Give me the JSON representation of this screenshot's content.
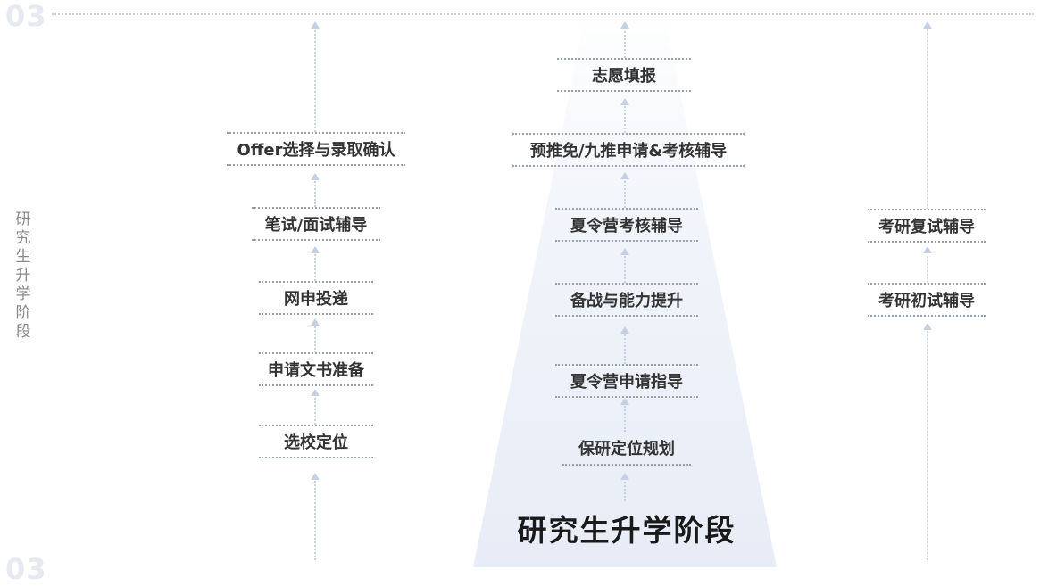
{
  "stage_number_top": "03",
  "stage_number_bottom": "03",
  "side_label": "研究生升学阶段",
  "main_title": "研究生升学阶段",
  "columns": {
    "left": [
      "Offer选择与录取确认",
      "笔试/面试辅导",
      "网申投递",
      "申请文书准备",
      "选校定位"
    ],
    "center": [
      "志愿填报",
      "预推免/九推申请&考核辅导",
      "夏令营考核辅导",
      "备战与能力提升",
      "夏令营申请指导",
      "保研定位规划"
    ],
    "right": [
      "考研复试辅导",
      "考研初试辅导"
    ]
  },
  "colors": {
    "text": "#333333",
    "dots": "#9aa0aa",
    "arrow": "#c5d0e3",
    "beam": "#e7ecf6",
    "number": "#e6e9ef"
  }
}
